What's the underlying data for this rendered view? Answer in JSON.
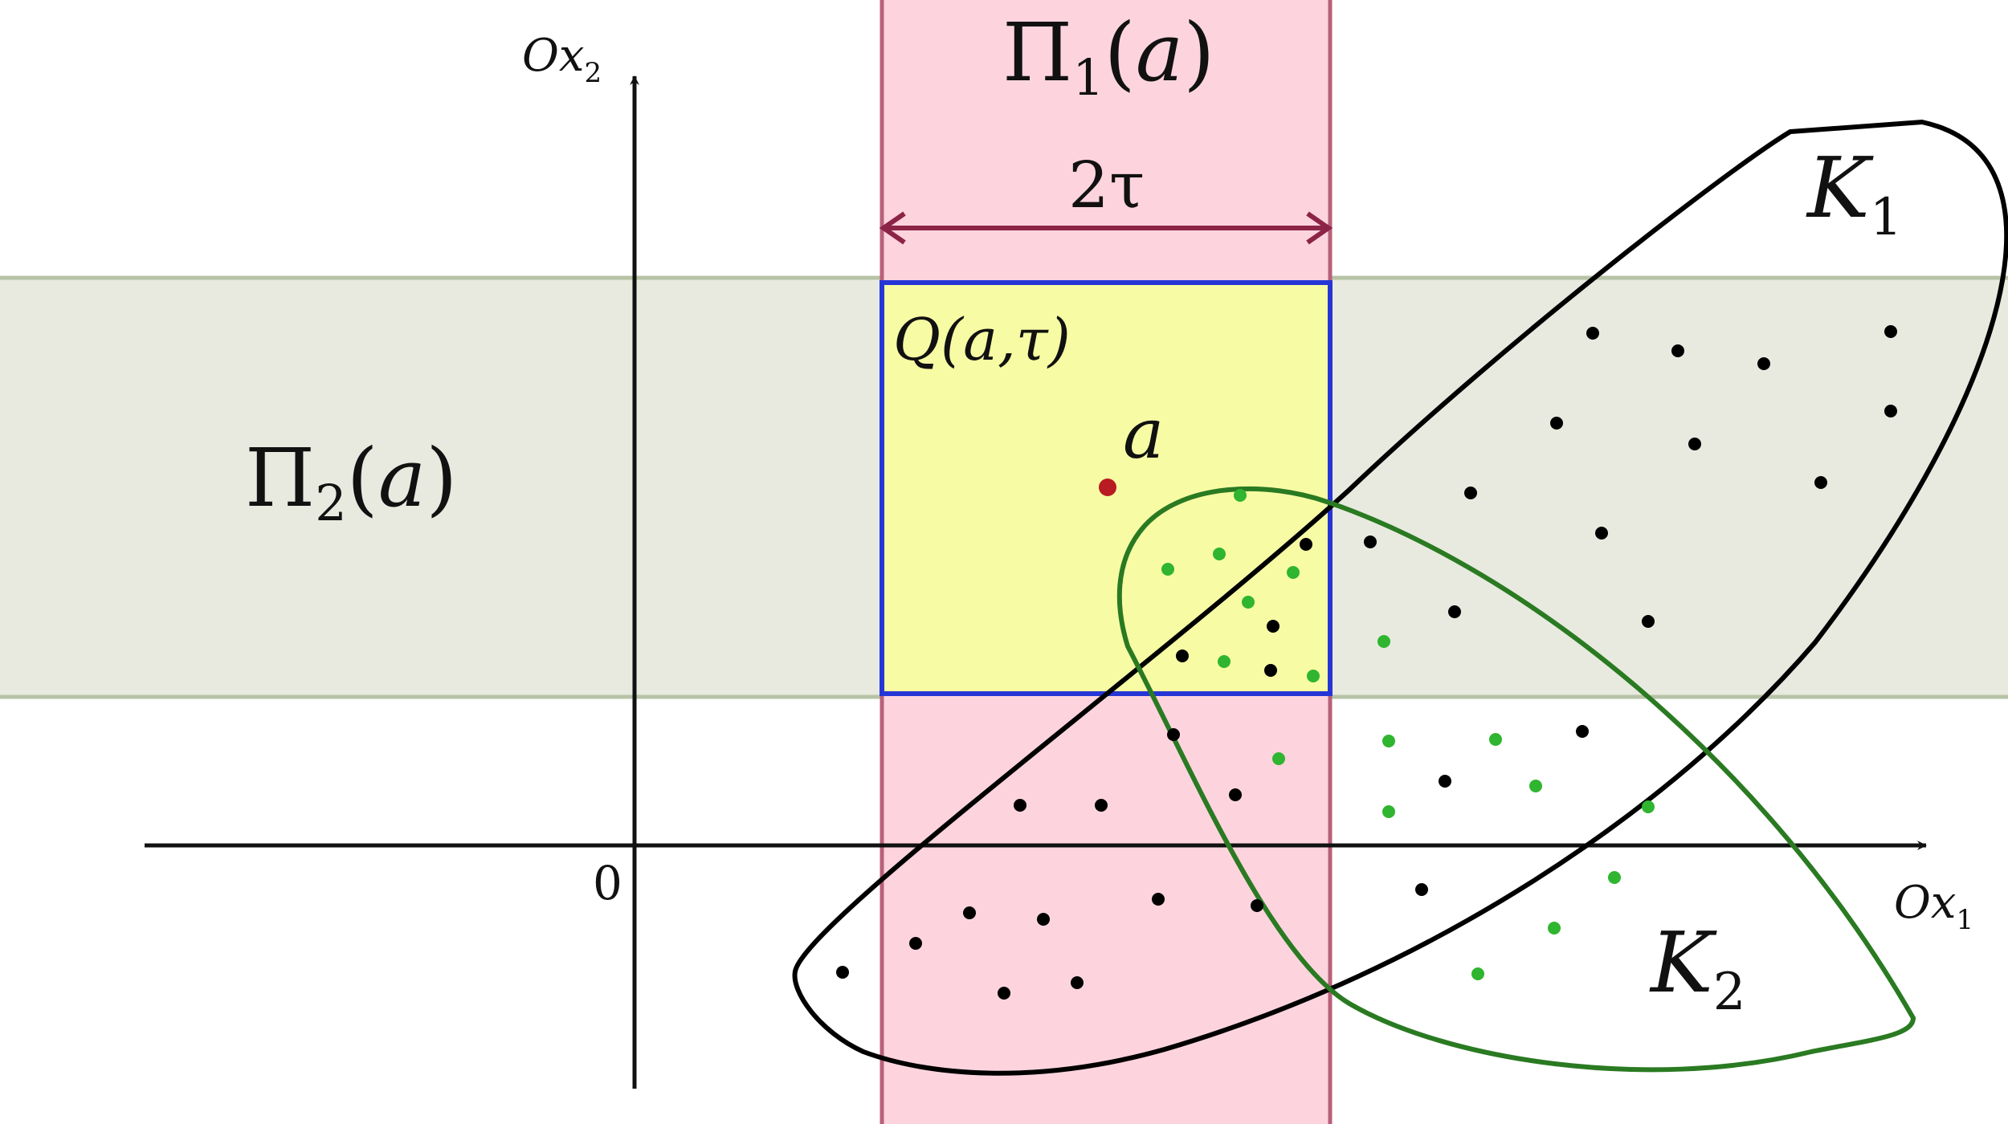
{
  "labels": {
    "axis_x1": {
      "base": "Ox",
      "sub": "1"
    },
    "axis_x2": {
      "base": "Ox",
      "sub": "2"
    },
    "origin": "0",
    "strip1": {
      "pi": "Π",
      "sub": "1",
      "lp": "(",
      "arg": "a",
      "rp": ")"
    },
    "strip2": {
      "pi": "Π",
      "sub": "2",
      "lp": "(",
      "arg": "a",
      "rp": ")"
    },
    "width": "2τ",
    "square": "Q(a,τ)",
    "point": "a",
    "k1": {
      "base": "K",
      "sub": "1"
    },
    "k2": {
      "base": "K",
      "sub": "2"
    }
  },
  "colors": {
    "strip1_fill": "#fdd4de",
    "strip1_edge": "#b8607a",
    "strip2_fill": "#e8eadf",
    "strip2_edge": "#b7c3a6",
    "square_fill": "#f7fca4",
    "square_edge": "#2636d6",
    "arrow": "#8c2448",
    "point": "#b81b22",
    "k1_stroke": "#000000",
    "k2_stroke": "#2a7a22",
    "dot_black": "#000000",
    "dot_green": "#2fb52f"
  }
}
